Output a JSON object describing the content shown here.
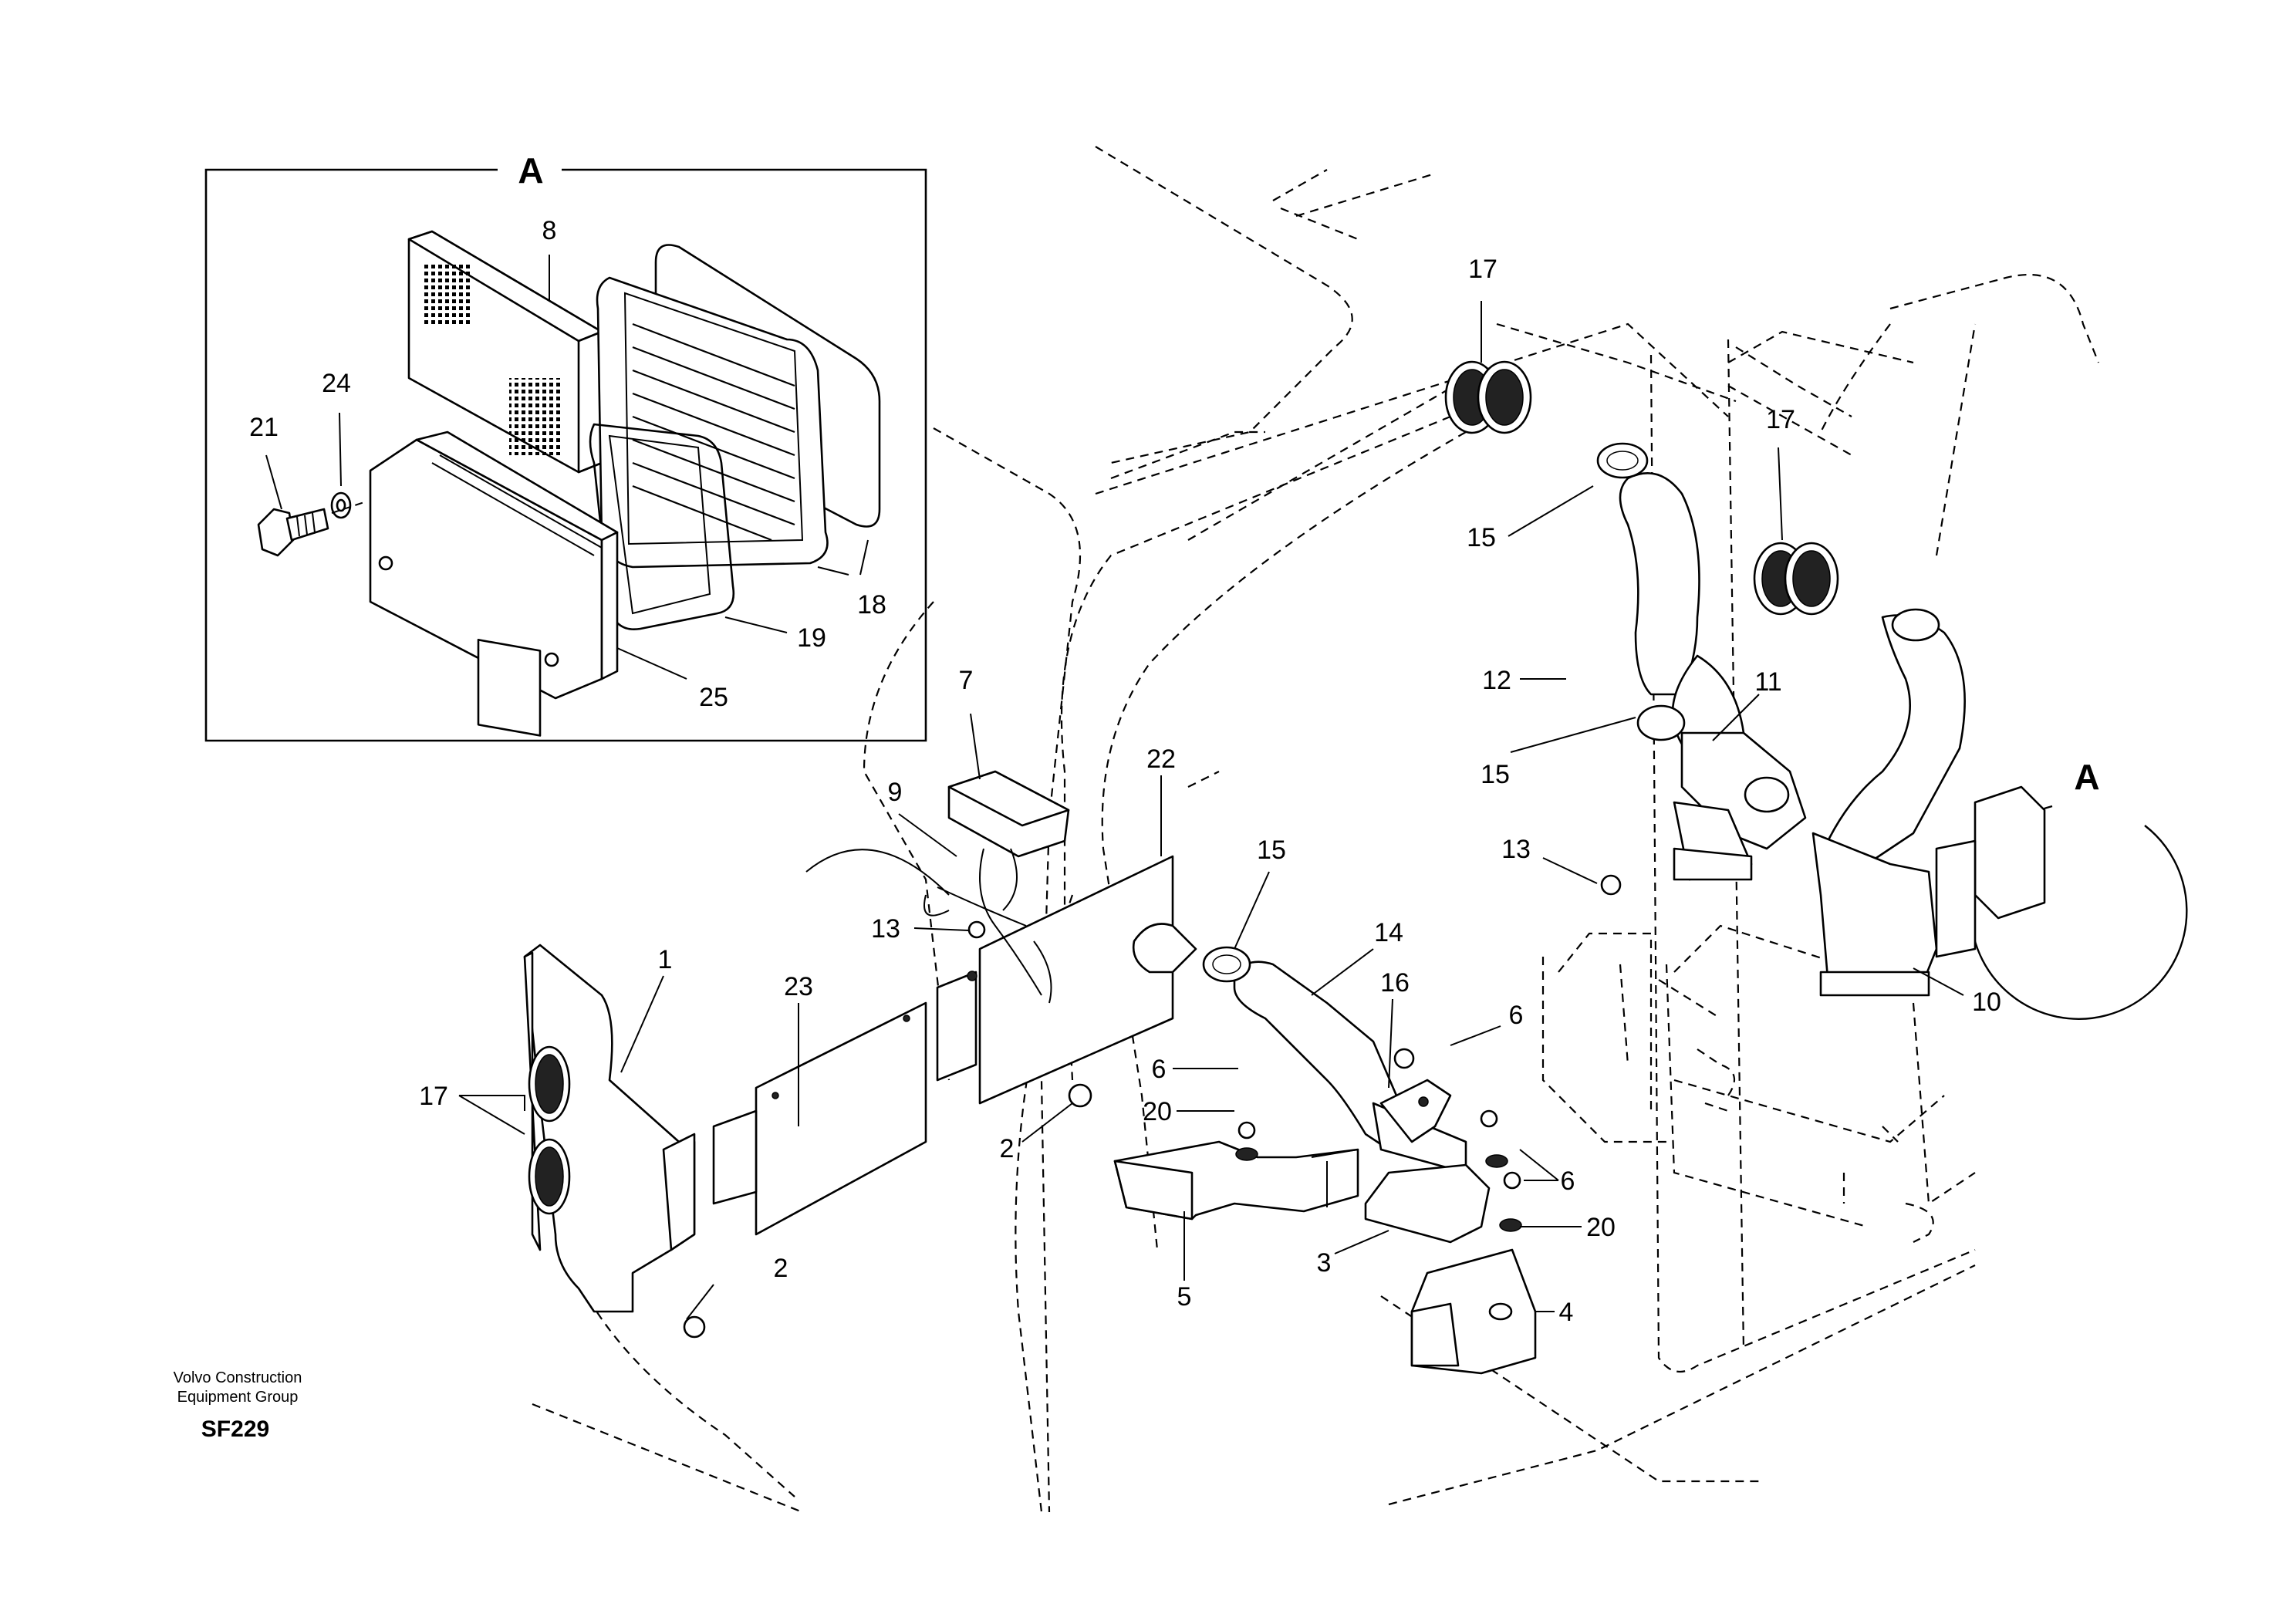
{
  "inset": {
    "label": "A"
  },
  "detail_marker": {
    "label": "A"
  },
  "callouts": [
    {
      "id": "c8",
      "text": "8"
    },
    {
      "id": "c24",
      "text": "24"
    },
    {
      "id": "c21",
      "text": "21"
    },
    {
      "id": "c18",
      "text": "18"
    },
    {
      "id": "c19",
      "text": "19"
    },
    {
      "id": "c25",
      "text": "25"
    },
    {
      "id": "c7",
      "text": "7"
    },
    {
      "id": "c9",
      "text": "9"
    },
    {
      "id": "c22",
      "text": "22"
    },
    {
      "id": "c13a",
      "text": "13"
    },
    {
      "id": "c15a",
      "text": "15"
    },
    {
      "id": "c14",
      "text": "14"
    },
    {
      "id": "c1",
      "text": "1"
    },
    {
      "id": "c23",
      "text": "23"
    },
    {
      "id": "c17a",
      "text": "17"
    },
    {
      "id": "c2a",
      "text": "2"
    },
    {
      "id": "c2b",
      "text": "2"
    },
    {
      "id": "c16",
      "text": "16"
    },
    {
      "id": "c6a",
      "text": "6"
    },
    {
      "id": "c6b",
      "text": "6"
    },
    {
      "id": "c6c",
      "text": "6"
    },
    {
      "id": "c20a",
      "text": "20"
    },
    {
      "id": "c20b",
      "text": "20"
    },
    {
      "id": "c5",
      "text": "5"
    },
    {
      "id": "c3",
      "text": "3"
    },
    {
      "id": "c4",
      "text": "4"
    },
    {
      "id": "c17b",
      "text": "17"
    },
    {
      "id": "c17c",
      "text": "17"
    },
    {
      "id": "c15b",
      "text": "15"
    },
    {
      "id": "c15c",
      "text": "15"
    },
    {
      "id": "c12",
      "text": "12"
    },
    {
      "id": "c11",
      "text": "11"
    },
    {
      "id": "c13b",
      "text": "13"
    },
    {
      "id": "c10",
      "text": "10"
    }
  ],
  "footer": {
    "org_line1": "Volvo Construction",
    "org_line2": "Equipment Group",
    "code": "SF229"
  }
}
